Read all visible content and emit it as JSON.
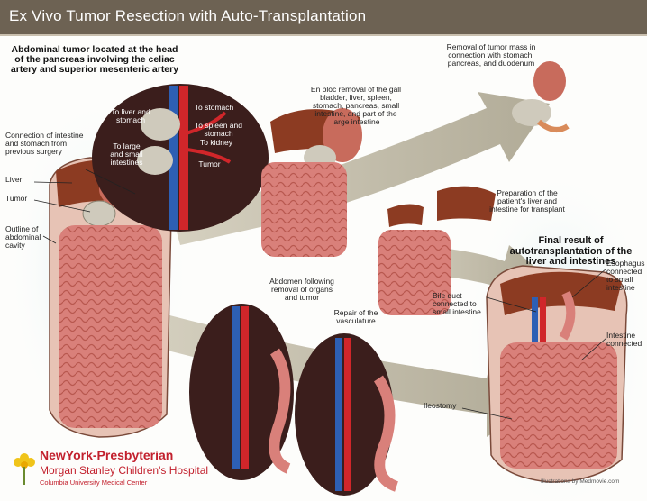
{
  "title": "Ex Vivo Tumor Resection with Auto-Transplantation",
  "labels": {
    "heading_tumor": "Abdominal tumor located at the head of the pancreas involving the celiac artery and superior mesenteric artery",
    "inset_liver_stomach": "To liver and stomach",
    "inset_to_stomach": "To stomach",
    "inset_spleen_stomach": "To spleen and stomach",
    "inset_kidney": "To kidney",
    "inset_large_small": "To large and small intestines",
    "inset_tumor": "Tumor",
    "connection": "Connection of intestine and stomach from previous surgery",
    "liver": "Liver",
    "tumor": "Tumor",
    "outline": "Outline of abdominal cavity",
    "en_bloc": "En bloc removal of the gall bladder, liver, spleen, stomach, pancreas, small intestine, and part of the large intestine",
    "removal_mass": "Removal of tumor mass in connection with stomach, pancreas, and duodenum",
    "preparation": "Preparation of the patient's liver and intestine for transplant",
    "final_result": "Final result of autotransplantation of the liver and intestines",
    "abdomen_following": "Abdomen following removal of organs and tumor",
    "repair": "Repair of the vasculature",
    "bile_duct": "Bile duct connected to small intestine",
    "esophagus": "Esophagus connected to small intestine",
    "intestine_connected": "Intestine connected",
    "ileostomy": "Ileostomy",
    "credit": "Illustrations by Medmovie.com"
  },
  "logo": {
    "line1": "NewYork-Presbyterian",
    "line2": "Morgan Stanley Children's Hospital",
    "line3": "Columbia University Medical Center"
  },
  "colors": {
    "title_bar": "#6d6253",
    "arrow": "#b4ad96",
    "background_glow": "#d7ebee",
    "logo_red": "#c2202d",
    "intestine": "#d9807a",
    "liver": "#8c3b22",
    "artery": "#d0262a",
    "vein": "#2d5fb4"
  }
}
